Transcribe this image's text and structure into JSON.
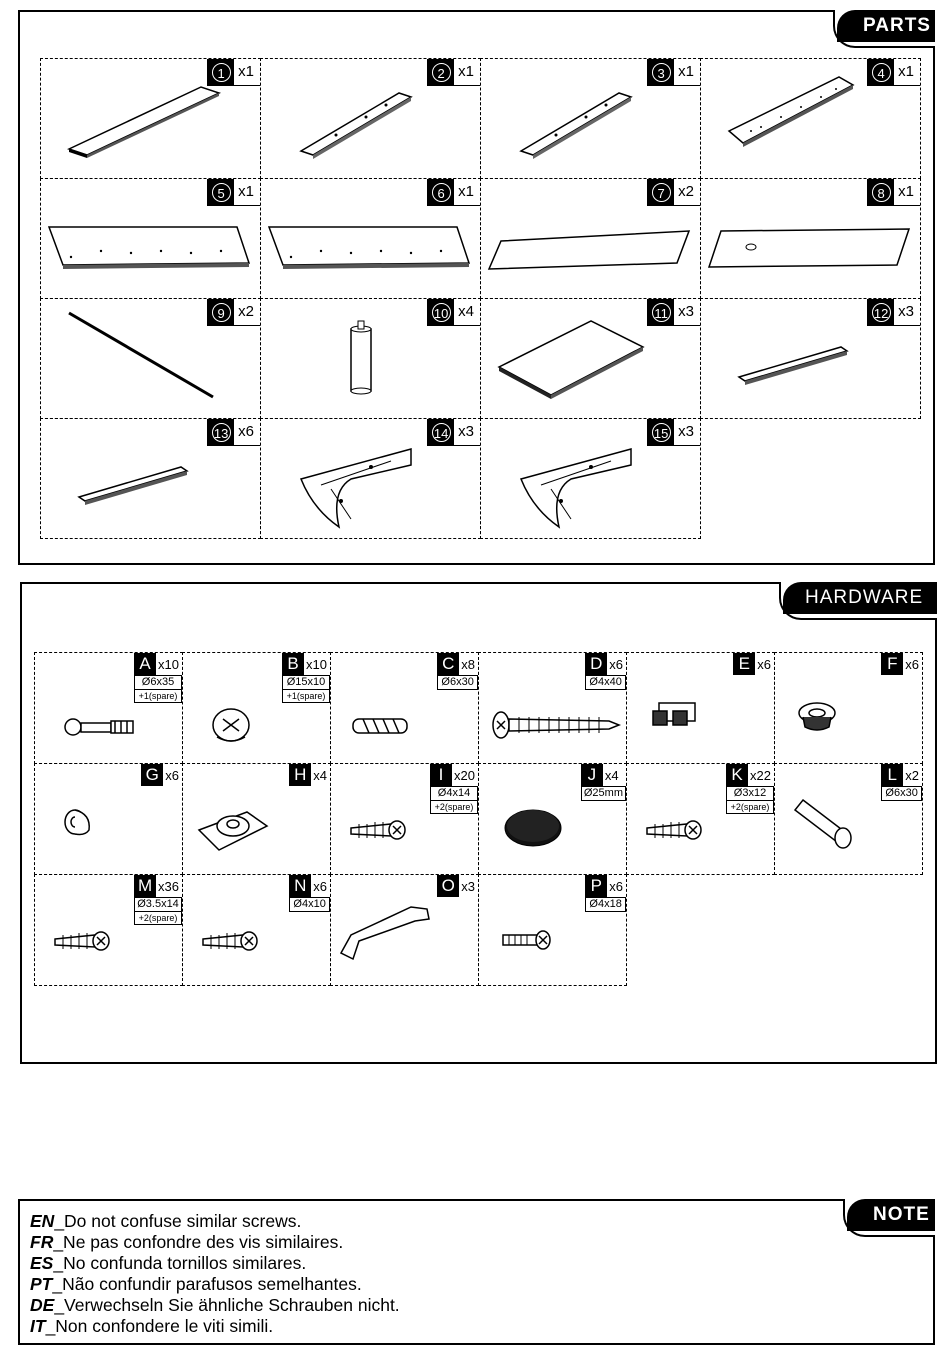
{
  "parts": {
    "tab": "PARTS",
    "items": [
      {
        "num": "1",
        "qty": "x1",
        "icon": "long-board-icon"
      },
      {
        "num": "2",
        "qty": "x1",
        "icon": "rail-icon"
      },
      {
        "num": "3",
        "qty": "x1",
        "icon": "rail-icon"
      },
      {
        "num": "4",
        "qty": "x1",
        "icon": "drilled-board-icon"
      },
      {
        "num": "5",
        "qty": "x1",
        "icon": "side-panel-icon"
      },
      {
        "num": "6",
        "qty": "x1",
        "icon": "side-panel-icon"
      },
      {
        "num": "7",
        "qty": "x2",
        "icon": "thin-panel-icon"
      },
      {
        "num": "8",
        "qty": "x1",
        "icon": "thin-panel-hole-icon"
      },
      {
        "num": "9",
        "qty": "x2",
        "icon": "rod-icon"
      },
      {
        "num": "10",
        "qty": "x4",
        "icon": "leg-icon"
      },
      {
        "num": "11",
        "qty": "x3",
        "icon": "shelf-board-icon"
      },
      {
        "num": "12",
        "qty": "x3",
        "icon": "slat-icon"
      },
      {
        "num": "13",
        "qty": "x6",
        "icon": "slat-icon"
      },
      {
        "num": "14",
        "qty": "x3",
        "icon": "corner-bracket-icon"
      },
      {
        "num": "15",
        "qty": "x3",
        "icon": "corner-bracket-icon"
      }
    ]
  },
  "hardware": {
    "tab": "HARDWARE",
    "items": [
      {
        "letter": "A",
        "qty": "x10",
        "size": "Ø6x35",
        "spare": "+1(spare)",
        "icon": "cam-bolt-icon"
      },
      {
        "letter": "B",
        "qty": "x10",
        "size": "Ø15x10",
        "spare": "+1(spare)",
        "icon": "cam-lock-icon"
      },
      {
        "letter": "C",
        "qty": "x8",
        "size": "Ø6x30",
        "spare": "",
        "icon": "dowel-icon"
      },
      {
        "letter": "D",
        "qty": "x6",
        "size": "Ø4x40",
        "spare": "",
        "icon": "long-screw-icon"
      },
      {
        "letter": "E",
        "qty": "x6",
        "size": "",
        "spare": "",
        "icon": "shelf-support-icon"
      },
      {
        "letter": "F",
        "qty": "x6",
        "size": "",
        "spare": "",
        "icon": "grommet-icon"
      },
      {
        "letter": "G",
        "qty": "x6",
        "size": "",
        "spare": "",
        "icon": "cap-icon"
      },
      {
        "letter": "H",
        "qty": "x4",
        "size": "",
        "spare": "",
        "icon": "mount-plate-icon"
      },
      {
        "letter": "I",
        "qty": "x20",
        "size": "Ø4x14",
        "spare": "+2(spare)",
        "icon": "screw-icon"
      },
      {
        "letter": "J",
        "qty": "x4",
        "size": "Ø25mm",
        "spare": "",
        "icon": "felt-pad-icon"
      },
      {
        "letter": "K",
        "qty": "x22",
        "size": "Ø3x12",
        "spare": "+2(spare)",
        "icon": "screw-icon"
      },
      {
        "letter": "L",
        "qty": "x2",
        "size": "Ø6x30",
        "spare": "",
        "icon": "wall-anchor-icon"
      },
      {
        "letter": "M",
        "qty": "x36",
        "size": "Ø3.5x14",
        "spare": "+2(spare)",
        "icon": "screw-icon"
      },
      {
        "letter": "N",
        "qty": "x6",
        "size": "Ø4x10",
        "spare": "",
        "icon": "screw-icon"
      },
      {
        "letter": "O",
        "qty": "x3",
        "size": "",
        "spare": "",
        "icon": "handle-icon"
      },
      {
        "letter": "P",
        "qty": "x6",
        "size": "Ø4x18",
        "spare": "",
        "icon": "machine-screw-icon"
      }
    ]
  },
  "note": {
    "tab": "NOTE",
    "lines": [
      {
        "code": "EN",
        "text": "_Do not confuse similar screws."
      },
      {
        "code": "FR",
        "text": "_Ne pas confondre des vis similaires."
      },
      {
        "code": "ES",
        "text": "_No confunda tornillos similares."
      },
      {
        "code": "PT",
        "text": "_Não confundir parafusos semelhantes."
      },
      {
        "code": "DE",
        "text": "_Verwechseln Sie ähnliche Schrauben nicht."
      },
      {
        "code": "IT",
        "text": "_Non confondere le viti simili."
      }
    ]
  }
}
